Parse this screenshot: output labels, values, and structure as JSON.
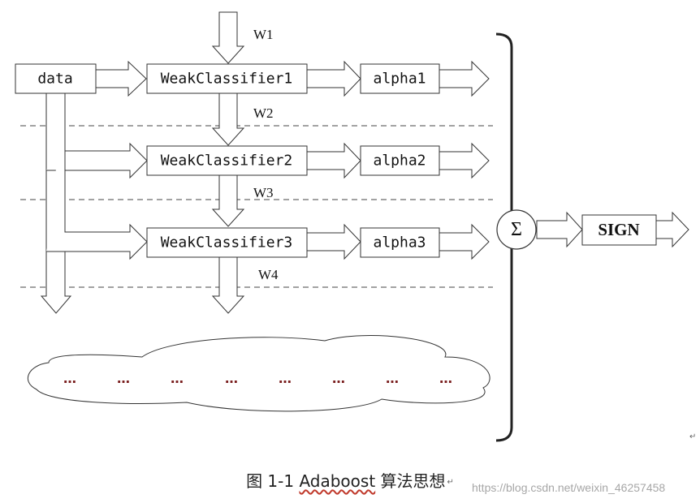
{
  "nodes": {
    "data": "data",
    "weak1": "WeakClassifier1",
    "weak2": "WeakClassifier2",
    "weak3": "WeakClassifier3",
    "alpha1": "alpha1",
    "alpha2": "alpha2",
    "alpha3": "alpha3",
    "sigma": "Σ",
    "sign": "SIGN"
  },
  "weights": {
    "w1": "W1",
    "w2": "W2",
    "w3": "W3",
    "w4": "W4"
  },
  "ellipsis": [
    "…",
    "…",
    "…",
    "…",
    "…",
    "…",
    "…",
    "…"
  ],
  "caption": {
    "prefix": "图 1-1 ",
    "adaboost": "Adaboost",
    "suffix": "  算法思想",
    "return_mark": "↵"
  },
  "return_mark_right": "↵",
  "watermark": "https://blog.csdn.net/weixin_46257458",
  "colors": {
    "ellipsis": "#7a1f1f",
    "stroke": "#333333",
    "dash": "#444444"
  }
}
